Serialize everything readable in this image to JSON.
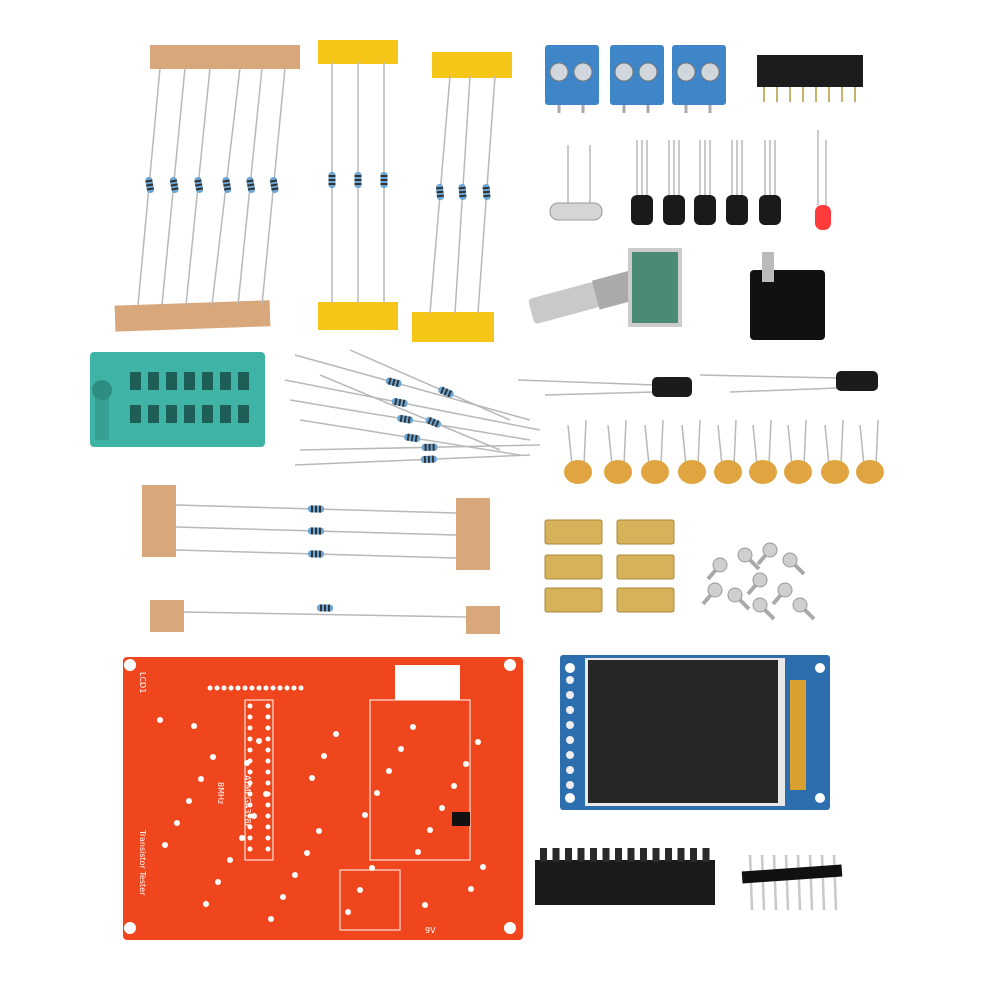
{
  "scene": {
    "kind": "product-photo",
    "background": "#ffffff",
    "colors": {
      "pcb": "#f0461e",
      "tape_tan": "#d9a77c",
      "tape_yellow": "#f5c518",
      "terminal_blue": "#3f86c9",
      "zif_teal": "#3fb3a5",
      "lcd_board": "#2d6fae",
      "brass": "#d6b35a",
      "ceramic_cap": "#e0a441"
    }
  },
  "pcb_silkscreen": {
    "mcu": "ATMEGA328P",
    "title": "Transistor Tester",
    "crystal": "8MHz",
    "battery": "9V",
    "lcd": "LCD1"
  }
}
